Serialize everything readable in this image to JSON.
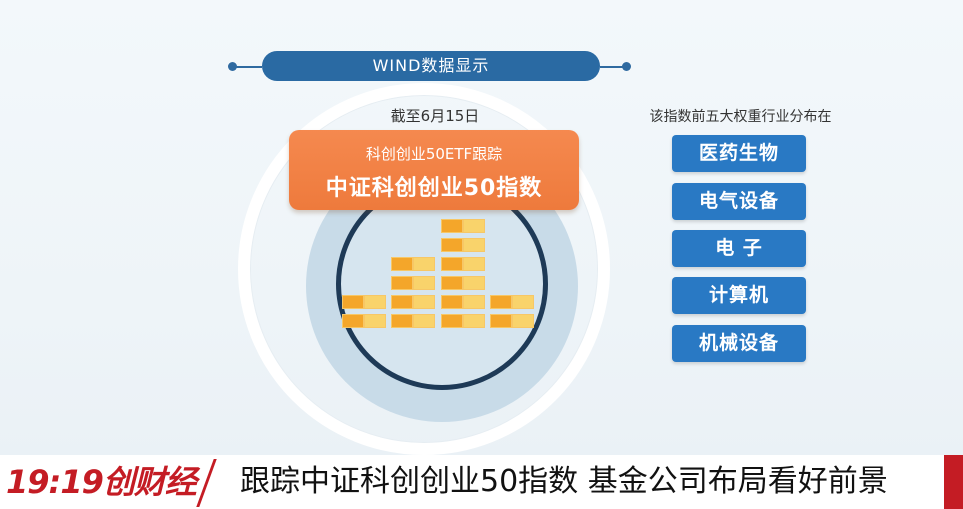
{
  "header": {
    "title": "WIND数据显示"
  },
  "panel": {
    "date": "截至6月15日",
    "subtitle": "科创创业50ETF跟踪",
    "index_name": "中证科创创业50指数"
  },
  "industries": {
    "title": "该指数前五大权重行业分布在",
    "items": [
      "医药生物",
      "电气设备",
      "电 子",
      "计算机",
      "机械设备"
    ]
  },
  "banner": {
    "logo": "19:19创财经",
    "headline": "跟踪中证科创创业50指数  基金公司布局看好前景"
  },
  "colors": {
    "accent_blue": "#2979c4",
    "orange": "#ee7a3c",
    "brand_red": "#c41c24"
  }
}
